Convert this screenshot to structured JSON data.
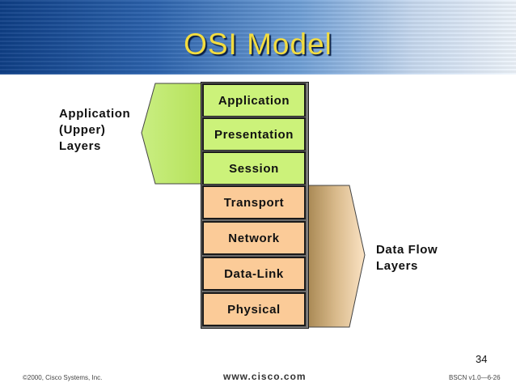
{
  "slide": {
    "title": "OSI Model",
    "page_number": "34"
  },
  "layers": {
    "upper": [
      "Application",
      "Presentation",
      "Session"
    ],
    "lower": [
      "Transport",
      "Network",
      "Data-Link",
      "Physical"
    ]
  },
  "groups": {
    "upper_label_line1": "Application",
    "upper_label_line2": "(Upper)",
    "upper_label_line3": "Layers",
    "lower_label_line1": "Data Flow",
    "lower_label_line2": "Layers"
  },
  "colors": {
    "upper_fill": "#ccf27a",
    "lower_fill": "#fbcb98",
    "title_color": "#f2dc40"
  },
  "footer": {
    "copyright": "©2000, Cisco Systems, Inc.",
    "url": "www.cisco.com",
    "course": "BSCN v1.0—6-26"
  }
}
